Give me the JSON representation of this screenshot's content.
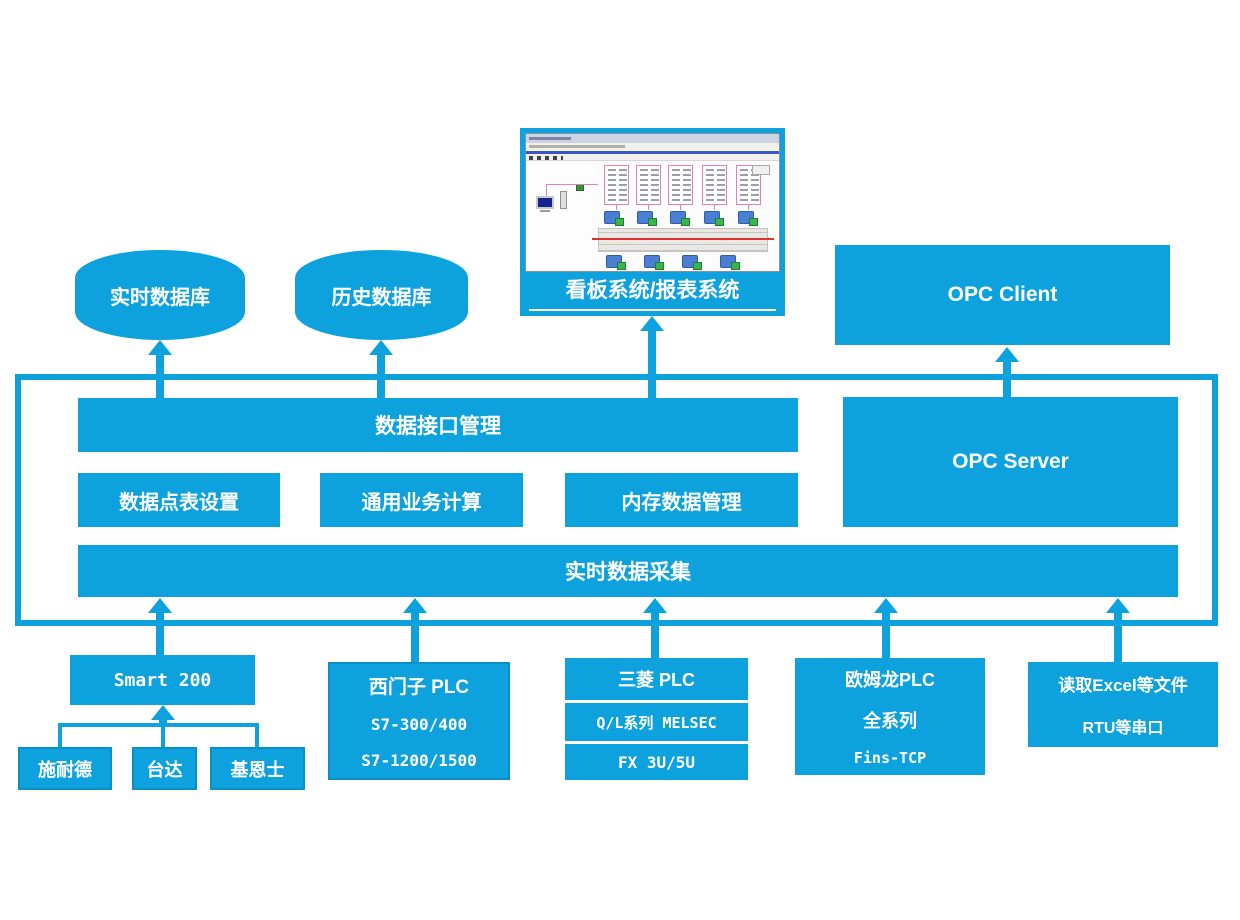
{
  "palette": {
    "accent_blue": "#0da2de",
    "box_border_blue": "#0a8fc7",
    "text_white": "#ffffff",
    "mini_screenshot_pink": "#e27fc3",
    "mini_screenshot_red": "#e03030",
    "mini_screenshot_green": "#39b54a",
    "mini_screenshot_blue": "#4a7fd4"
  },
  "top": {
    "realtime_db_label": "实时数据库",
    "history_db_label": "历史数据库",
    "kanban_caption": "看板系统/报表系统",
    "opc_client_label": "OPC Client"
  },
  "middle": {
    "data_interface_label": "数据接口管理",
    "point_table_label": "数据点表设置",
    "business_calc_label": "通用业务计算",
    "memory_data_label": "内存数据管理",
    "opc_server_label": "OPC Server",
    "realtime_collect_label": "实时数据采集"
  },
  "bottom": {
    "smart200": {
      "title": "Smart 200",
      "children": [
        "施耐德",
        "台达",
        "基恩士"
      ]
    },
    "siemens": {
      "title": "西门子 PLC",
      "lines": [
        "S7-300/400",
        "S7-1200/1500"
      ]
    },
    "mitsubishi": {
      "title": "三菱 PLC",
      "lines": [
        "Q/L系列 MELSEC",
        "FX 3U/5U"
      ]
    },
    "omron": {
      "title": "欧姆龙PLC",
      "lines": [
        "全系列",
        "Fins-TCP"
      ]
    },
    "file_sources": {
      "lines": [
        "读取Excel等文件",
        "RTU等串口"
      ]
    }
  },
  "icons": {
    "database_cylinder": "database-cylinder",
    "mini_app_window": "scada-software-screenshot"
  }
}
